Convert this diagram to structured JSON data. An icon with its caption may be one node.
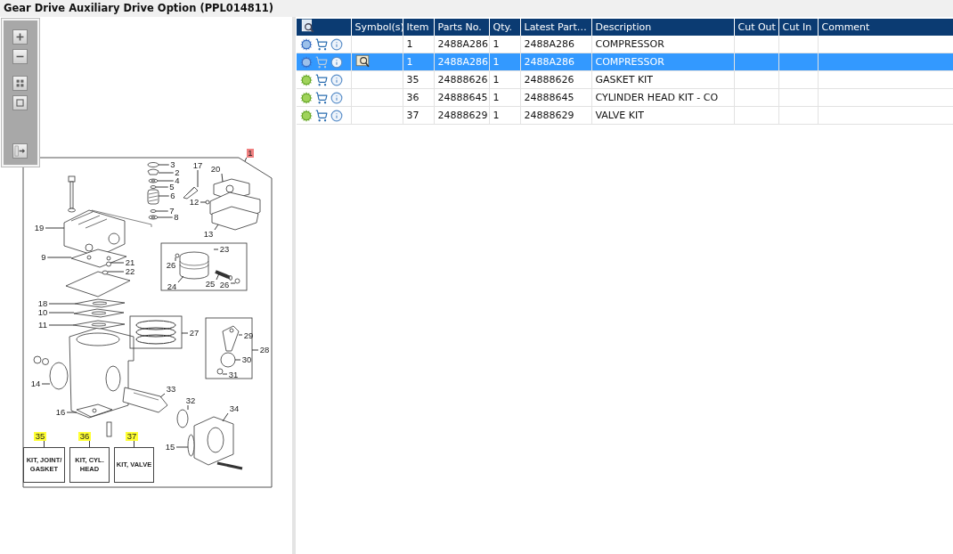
{
  "diagram": {
    "title": "Gear Drive Auxiliary Drive Option (PPL014811)",
    "nodes": [
      {
        "text": [
          "1"
        ]
      },
      {
        "text": [
          "3"
        ]
      },
      {
        "text": [
          "2"
        ]
      },
      {
        "text": [
          "4"
        ]
      },
      {
        "text": [
          "5"
        ]
      },
      {
        "text": [
          "6"
        ]
      },
      {
        "text": [
          "7"
        ]
      },
      {
        "text": [
          "8"
        ]
      },
      {
        "text": [
          "17"
        ]
      },
      {
        "text": [
          "20"
        ]
      },
      {
        "text": [
          "12"
        ]
      },
      {
        "text": [
          "13"
        ]
      },
      {
        "text": [
          "19"
        ]
      },
      {
        "text": [
          "9"
        ]
      },
      {
        "text": [
          "21"
        ]
      },
      {
        "text": [
          "22"
        ]
      },
      {
        "text": [
          "18"
        ]
      },
      {
        "text": [
          "10"
        ]
      },
      {
        "text": [
          "11"
        ]
      },
      {
        "text": [
          "23"
        ]
      },
      {
        "text": [
          "26"
        ]
      },
      {
        "text": [
          "24"
        ]
      },
      {
        "text": [
          "25"
        ]
      },
      {
        "text": [
          "26"
        ]
      },
      {
        "text": [
          "27"
        ]
      },
      {
        "text": [
          "29"
        ]
      },
      {
        "text": [
          "28"
        ]
      },
      {
        "text": [
          "30"
        ]
      },
      {
        "text": [
          "31"
        ]
      },
      {
        "text": [
          "14"
        ]
      },
      {
        "text": [
          "33"
        ]
      },
      {
        "text": [
          "32"
        ]
      },
      {
        "text": [
          "16"
        ]
      },
      {
        "text": [
          "34"
        ]
      },
      {
        "text": [
          "15"
        ]
      },
      {
        "text": [
          "35"
        ]
      },
      {
        "text": [
          "36"
        ]
      },
      {
        "text": [
          "37"
        ]
      },
      {
        "text": [
          "KIT, JOINT/ GASKET"
        ]
      },
      {
        "text": [
          "KIT, CYL. HEAD"
        ]
      },
      {
        "text": [
          "KIT, VALVE"
        ]
      },
      {
        "text": [],
        "shape": "picture"
      },
      {
        "text": [],
        "shape": "picture"
      },
      {
        "text": [],
        "shape": "picture"
      },
      {
        "text": [],
        "shape": "picture"
      },
      {
        "text": [],
        "shape": "picture"
      },
      {
        "text": [],
        "shape": "picture"
      },
      {
        "text": [],
        "shape": "circle"
      },
      {
        "text": [],
        "shape": "circle"
      },
      {
        "text": [],
        "shape": "circle"
      },
      {
        "text": [],
        "shape": "circle"
      },
      {
        "text": [],
        "shape": "circle"
      },
      {
        "text": [],
        "shape": "picture"
      },
      {
        "text": [],
        "shape": "circle"
      },
      {
        "text": [],
        "shape": "picture"
      },
      {
        "text": [],
        "shape": "picture"
      },
      {
        "text": [],
        "shape": "picture"
      },
      {
        "text": [],
        "shape": "circle"
      },
      {
        "text": [],
        "shape": "circle"
      },
      {
        "text": [],
        "shape": "picture"
      },
      {
        "text": [],
        "shape": "picture"
      },
      {
        "text": [],
        "shape": "picture"
      },
      {
        "text": [],
        "shape": "circle"
      },
      {
        "text": [],
        "shape": "picture"
      },
      {
        "text": [],
        "shape": "circle"
      },
      {
        "text": [],
        "shape": "box"
      },
      {
        "text": [],
        "shape": "picture"
      },
      {
        "text": [],
        "shape": "circle"
      },
      {
        "text": [],
        "shape": "picture"
      },
      {
        "text": [],
        "shape": "circle"
      },
      {
        "text": [],
        "shape": "picture"
      },
      {
        "text": [],
        "shape": "picture"
      },
      {
        "text": [],
        "shape": "circle"
      }
    ],
    "edges": [
      {
        "from": 0,
        "to": null,
        "arrow": "none"
      },
      {
        "from": 1,
        "to": 50,
        "arrow": "none"
      },
      {
        "from": 2,
        "to": 41,
        "arrow": "none"
      },
      {
        "from": 3,
        "to": 42,
        "arrow": "none"
      },
      {
        "from": 4,
        "to": 48,
        "arrow": "none"
      },
      {
        "from": 5,
        "to": 43,
        "arrow": "none"
      },
      {
        "from": 6,
        "to": 51,
        "arrow": "none"
      },
      {
        "from": 7,
        "to": 44,
        "arrow": "none"
      },
      {
        "from": 8,
        "to": 45,
        "arrow": "none"
      },
      {
        "from": 9,
        "to": 52,
        "arrow": "none"
      },
      {
        "from": 10,
        "to": 53,
        "arrow": "none"
      },
      {
        "from": 11,
        "to": 54,
        "arrow": "none"
      },
      {
        "from": 12,
        "to": 55,
        "arrow": "none"
      },
      {
        "from": 13,
        "to": 56,
        "arrow": "none"
      },
      {
        "from": 14,
        "to": 57,
        "arrow": "none"
      },
      {
        "from": 15,
        "to": 58,
        "arrow": "none"
      },
      {
        "from": 16,
        "to": 59,
        "arrow": "none"
      },
      {
        "from": 17,
        "to": 60,
        "arrow": "none"
      },
      {
        "from": 18,
        "to": 61,
        "arrow": "none"
      },
      {
        "from": 19,
        "to": null,
        "arrow": "none"
      },
      {
        "from": 20,
        "to": 62,
        "arrow": "none"
      },
      {
        "from": 21,
        "to": 46,
        "arrow": "none"
      },
      {
        "from": 22,
        "to": 63,
        "arrow": "none"
      },
      {
        "from": 23,
        "to": 64,
        "arrow": "none"
      },
      {
        "from": 24,
        "to": 65,
        "arrow": "none"
      },
      {
        "from": 25,
        "to": 66,
        "arrow": "none"
      },
      {
        "from": 26,
        "to": null,
        "arrow": "none"
      },
      {
        "from": 27,
        "to": 49,
        "arrow": "none"
      },
      {
        "from": 28,
        "to": 47,
        "arrow": "none"
      },
      {
        "from": 29,
        "to": 67,
        "arrow": "none"
      },
      {
        "from": 30,
        "to": 68,
        "arrow": "none"
      },
      {
        "from": 31,
        "to": 69,
        "arrow": "none"
      },
      {
        "from": 32,
        "to": 70,
        "arrow": "none"
      },
      {
        "from": 33,
        "to": 71,
        "arrow": "none"
      },
      {
        "from": 34,
        "to": 72,
        "arrow": "none"
      },
      {
        "from": 35,
        "to": 38,
        "arrow": "none"
      },
      {
        "from": 36,
        "to": 39,
        "arrow": "none"
      },
      {
        "from": 37,
        "to": 40,
        "arrow": "none"
      }
    ],
    "labels": [
      "Symbol(s)",
      "Item",
      "Parts No.",
      "Qty.",
      "Latest Part…",
      "Description",
      "Cut Out",
      "Cut In",
      "Comment",
      "1",
      "2488A286",
      "1",
      "2488A286",
      "COMPRESSOR",
      "1",
      "2488A286",
      "1",
      "2488A286",
      "COMPRESSOR",
      "35",
      "24888626",
      "1",
      "24888626",
      "GASKET KIT",
      "36",
      "24888645",
      "1",
      "24888645",
      "CYLINDER HEAD KIT - CO",
      "37",
      "24888629",
      "1",
      "24888629",
      "VALVE KIT"
    ]
  }
}
